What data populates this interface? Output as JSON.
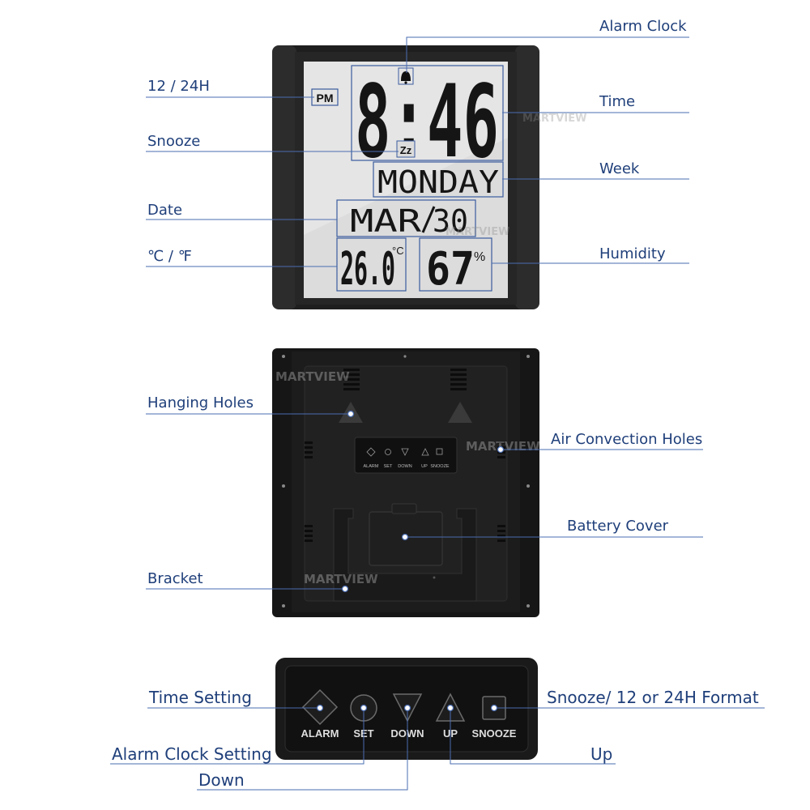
{
  "watermark": "MARTVIEW",
  "colors": {
    "accent": "#1f3f7a",
    "device": "#222222",
    "screen": "#dedede",
    "segment": "#151515"
  },
  "front": {
    "time": "8:46",
    "ampm": "PM",
    "weekday": "MONDAY",
    "month": "MAR",
    "day": "30",
    "temperature": "26.0",
    "temp_unit": "°C",
    "humidity": "67",
    "humidity_unit": "%",
    "snooze_glyph": "Zz",
    "bell_icon": "bell-icon",
    "labels": {
      "alarm_clock": "Alarm Clock",
      "time": "Time",
      "format": "12 / 24H",
      "snooze": "Snooze",
      "week": "Week",
      "date": "Date",
      "temp_unit": "℃ / ℉",
      "humidity": "Humidity"
    }
  },
  "back": {
    "button_labels": [
      "ALARM",
      "SET",
      "DOWN",
      "UP",
      "SNOOZE"
    ],
    "labels": {
      "hanging_holes": "Hanging Holes",
      "air_holes": "Air Convection Holes",
      "battery_cover": "Battery Cover",
      "bracket": "Bracket"
    }
  },
  "buttons": {
    "items": [
      {
        "label": "ALARM",
        "icon": "diamond-icon"
      },
      {
        "label": "SET",
        "icon": "circle-icon"
      },
      {
        "label": "DOWN",
        "icon": "triangle-down-icon"
      },
      {
        "label": "UP",
        "icon": "triangle-up-icon"
      },
      {
        "label": "SNOOZE",
        "icon": "square-icon"
      }
    ],
    "labels": {
      "time_setting": "Time Setting",
      "alarm_setting": "Alarm Clock Setting",
      "down": "Down",
      "snooze_format": "Snooze/ 12 or 24H Format",
      "up": "Up"
    }
  }
}
